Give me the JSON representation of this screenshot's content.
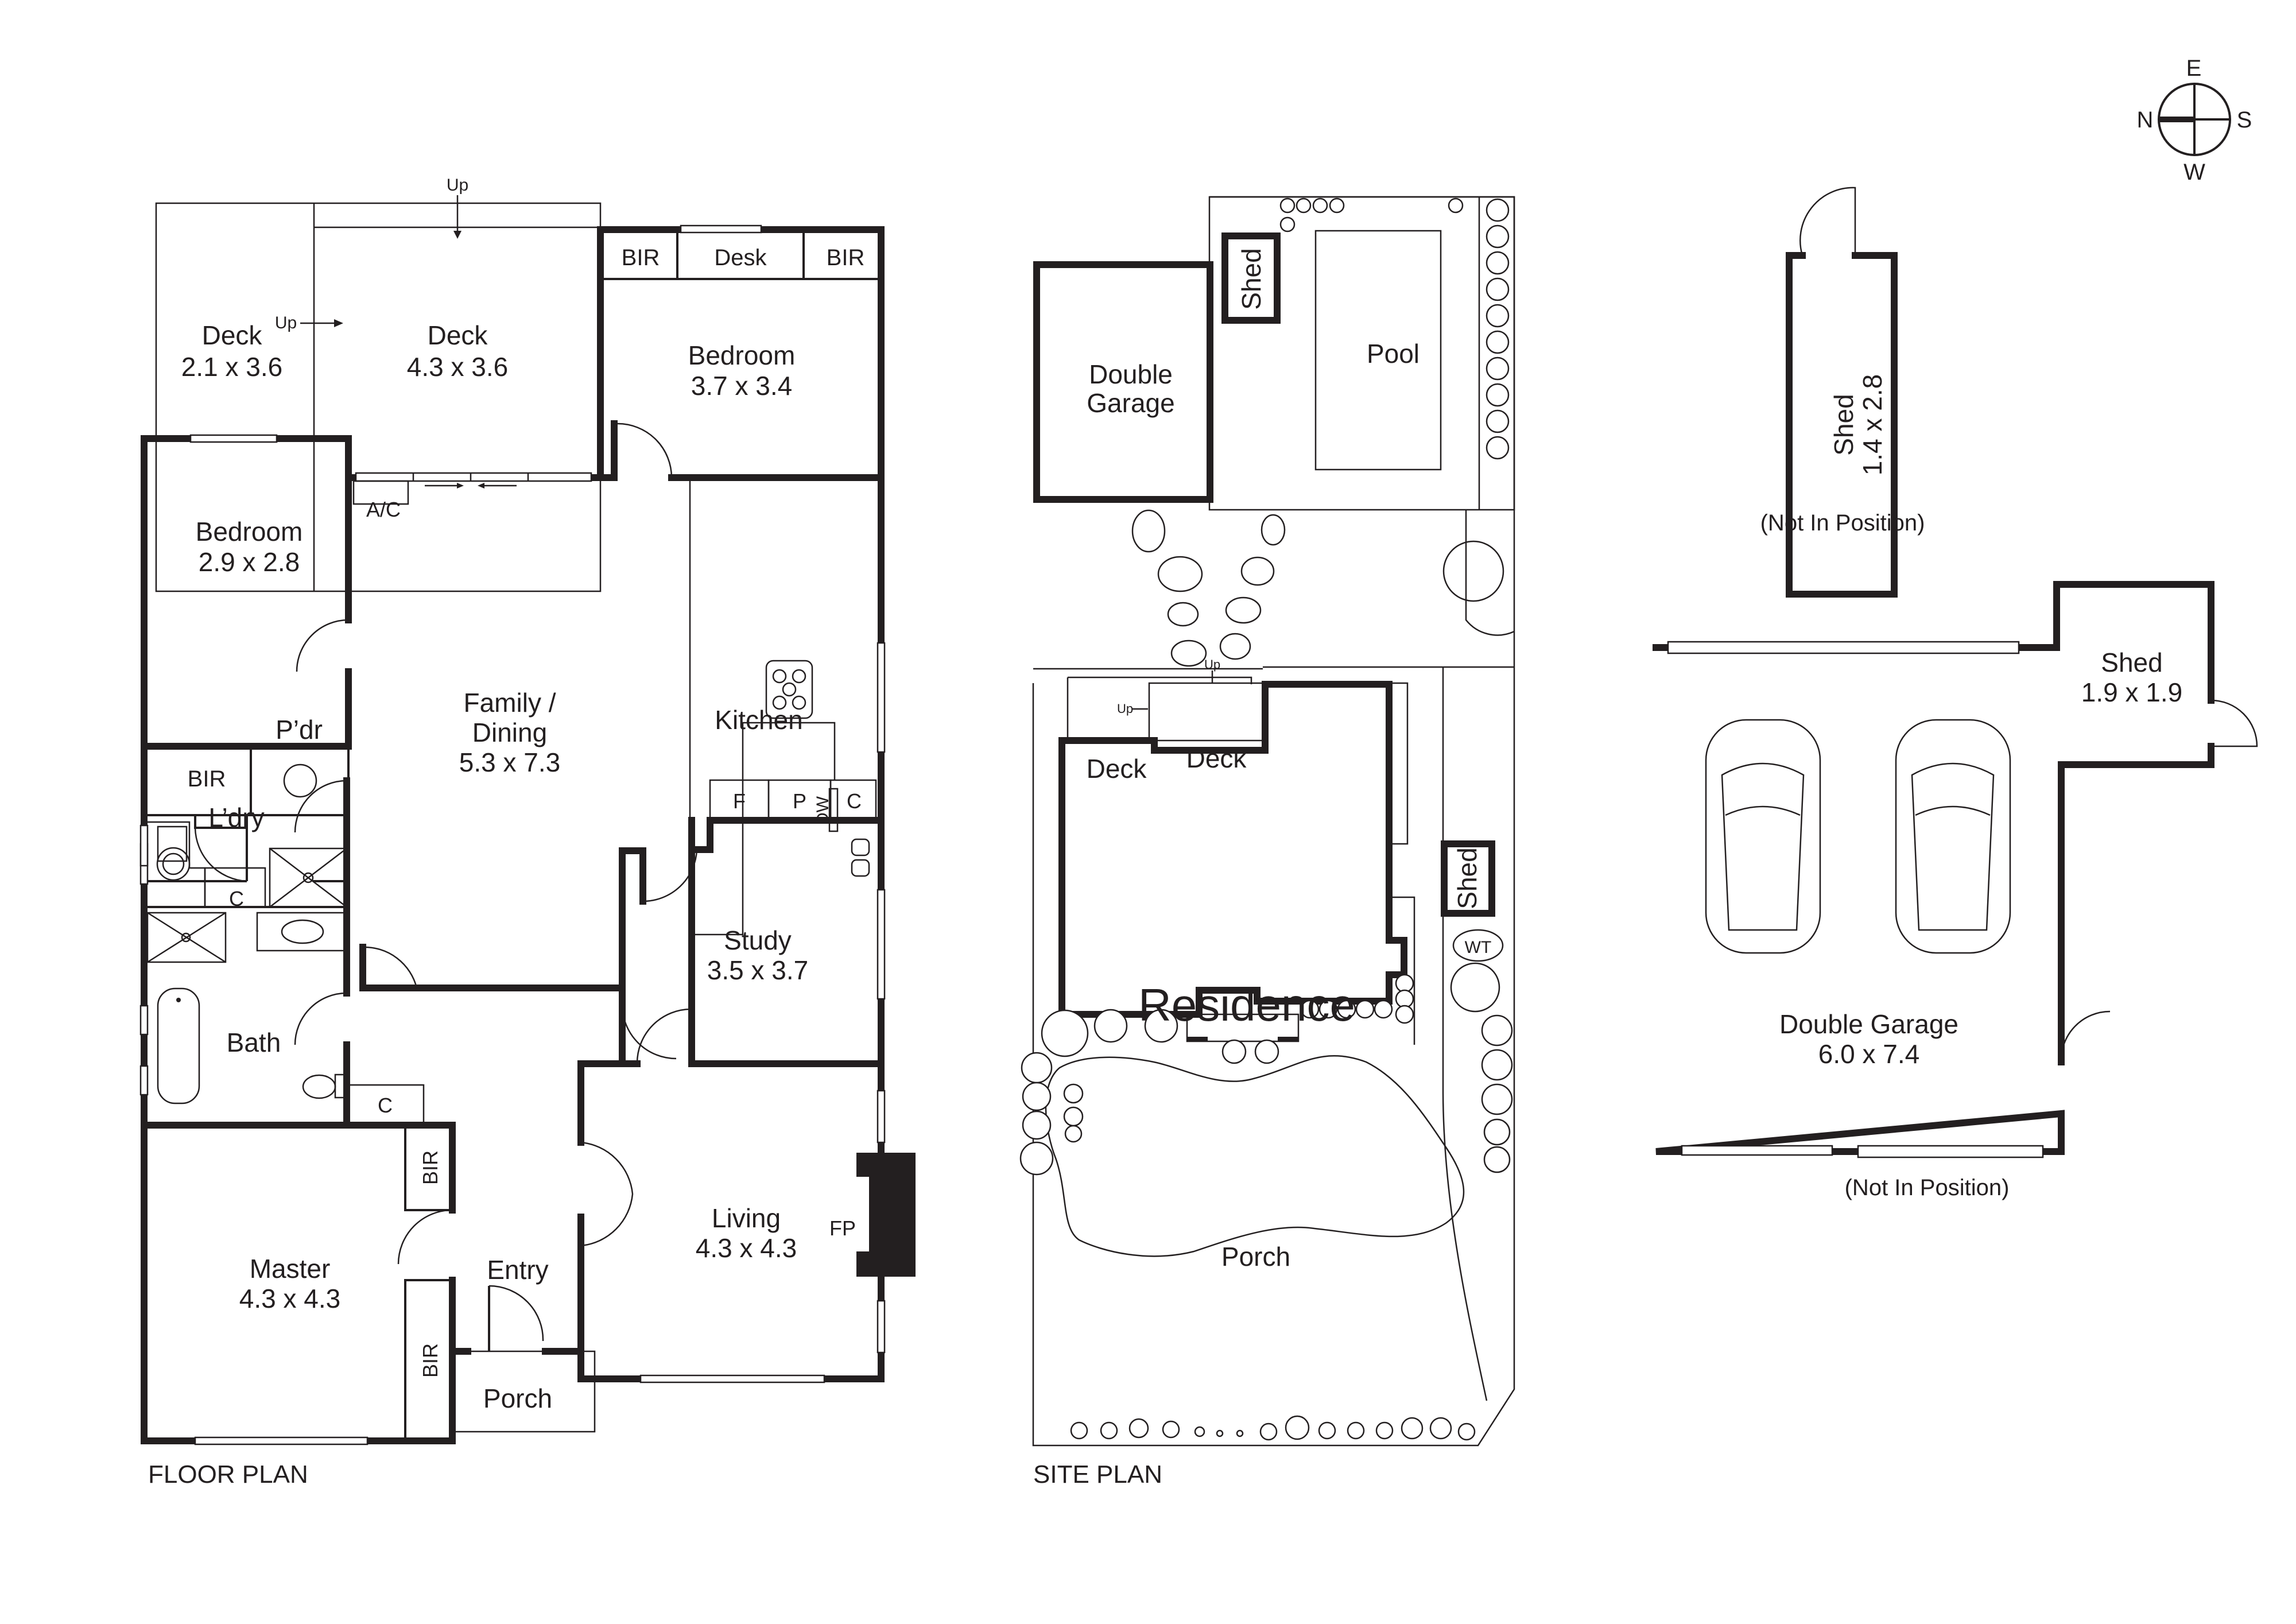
{
  "compass": {
    "top": "E",
    "left": "N",
    "right": "S",
    "bottom": "W"
  },
  "floor_plan": {
    "title": "FLOOR PLAN",
    "rooms": [
      {
        "name": "Deck",
        "size": "2.1 x 3.6"
      },
      {
        "name": "Deck",
        "size": "4.3 x 3.6"
      },
      {
        "name": "Bedroom",
        "size": "3.7 x 3.4"
      },
      {
        "name": "Bedroom",
        "size": "2.9 x 2.8"
      },
      {
        "name": "Family /",
        "name2": "Dining",
        "size": "5.3 x 7.3"
      },
      {
        "name": "Kitchen"
      },
      {
        "name": "Study",
        "size": "3.5 x 3.7"
      },
      {
        "name": "Living",
        "size": "4.3 x 4.3"
      },
      {
        "name": "Master",
        "size": "4.3 x 4.3"
      },
      {
        "name": "Entry"
      },
      {
        "name": "Porch"
      },
      {
        "name": "Bath"
      },
      {
        "name": "L’dry"
      },
      {
        "name": "P’dr"
      }
    ],
    "labels": {
      "up_top": "Up",
      "up_left": "Up",
      "bir": "BIR",
      "desk": "Desk",
      "ac": "A/C",
      "dw": "DW",
      "fridge": "F",
      "pantry": "P",
      "cupboard": "C",
      "fireplace": "FP"
    }
  },
  "site_plan": {
    "title": "SITE PLAN",
    "labels": {
      "double_garage_1": "Double",
      "double_garage_2": "Garage",
      "shed": "Shed",
      "pool": "Pool",
      "deck": "Deck",
      "up": "Up",
      "residence": "Residence",
      "porch": "Porch",
      "water_tank": "WT"
    }
  },
  "outbuildings": {
    "shed_small": {
      "name": "Shed",
      "size": "1.4 x 2.8",
      "note": "(Not In Position)"
    },
    "garage": {
      "name": "Double Garage",
      "size": "6.0 x 7.4",
      "note": "(Not In Position)"
    },
    "shed_garage": {
      "name": "Shed",
      "size": "1.9 x 1.9"
    }
  }
}
